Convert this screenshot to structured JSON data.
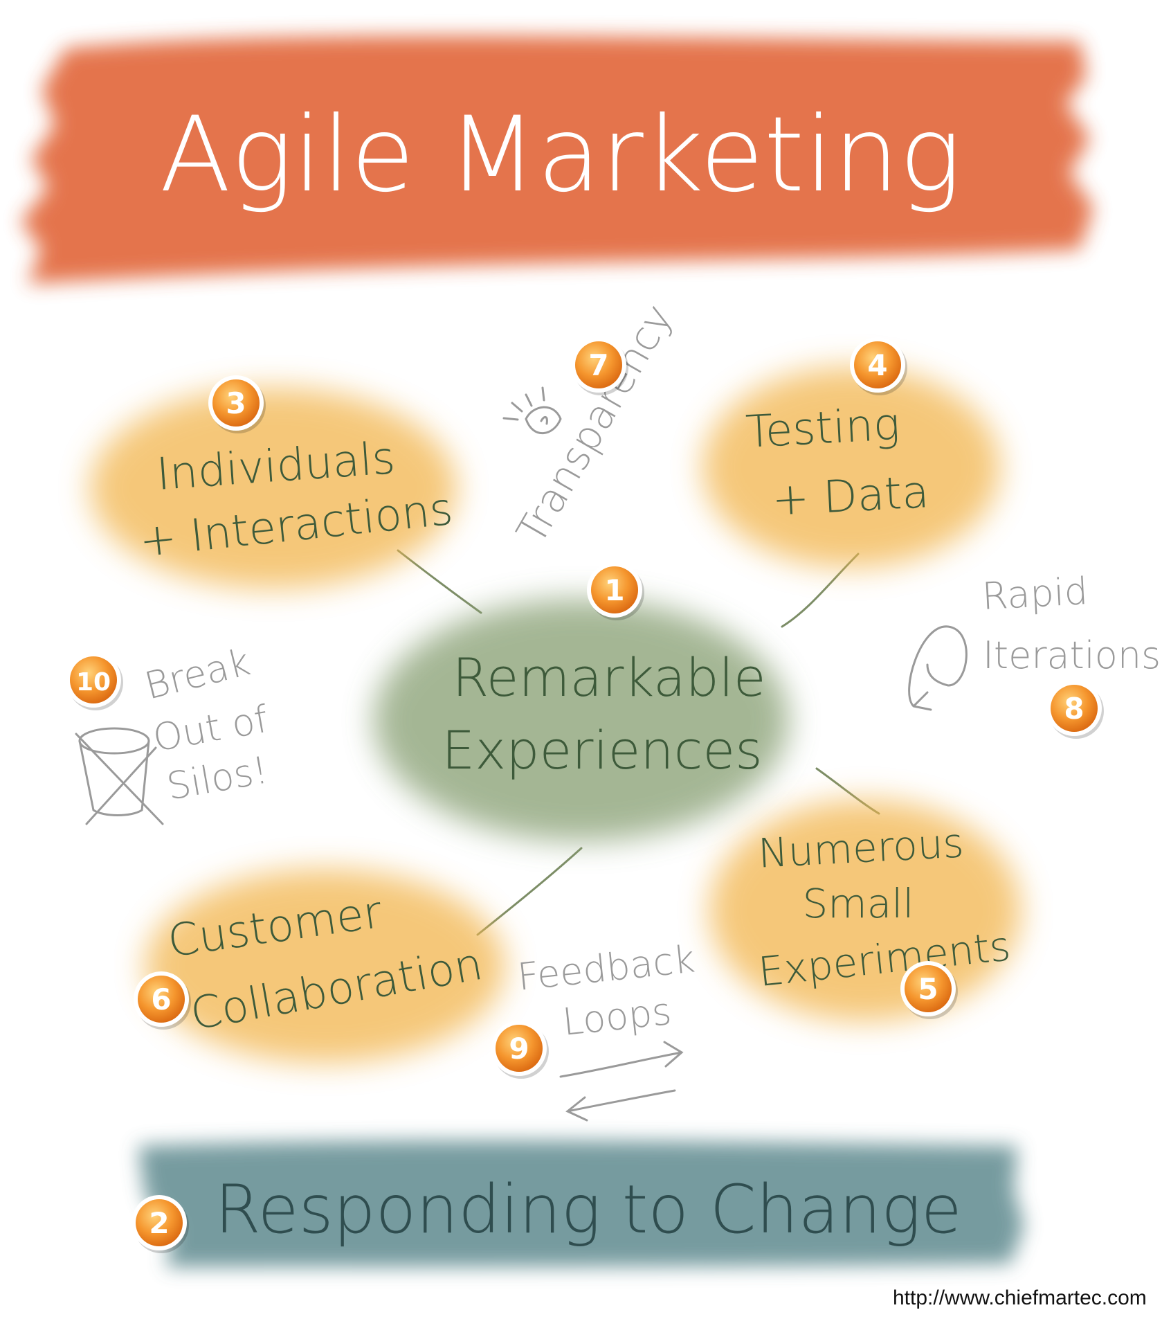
{
  "title": "Agile Marketing",
  "center": {
    "lines": [
      "Remarkable",
      "Experiences"
    ]
  },
  "nodes": {
    "individuals": {
      "lines": [
        "Individuals",
        "+ Interactions"
      ]
    },
    "testing": {
      "lines": [
        "Testing",
        "+ Data"
      ]
    },
    "customer": {
      "lines": [
        "Customer",
        "Collaboration"
      ]
    },
    "experiments": {
      "lines": [
        "Numerous",
        "Small",
        "Experiments"
      ]
    }
  },
  "notes": {
    "transparency": "Transparency",
    "rapid": [
      "Rapid",
      "Iterations"
    ],
    "silos": [
      "Break",
      "Out of",
      "Silos!"
    ],
    "feedback": [
      "Feedback",
      "Loops"
    ]
  },
  "banner_bottom": "Responding to Change",
  "badges": [
    "1",
    "2",
    "3",
    "4",
    "5",
    "6",
    "7",
    "8",
    "9",
    "10"
  ],
  "footer_url": "http://www.chiefmartec.com",
  "colors": {
    "title_band": "#e2693d",
    "title_text": "#ffffff",
    "center_cloud": "#8ea47a",
    "node_cloud": "#f2b54d",
    "bottom_band": "#5f8a8f",
    "ink_green": "#3d5a3a",
    "ink_teal": "#2f4d4f",
    "note_gray": "#9a9a9a",
    "connector": "#7c8d66",
    "badge_fill": "#f08a24",
    "badge_ring": "#ffffff"
  }
}
